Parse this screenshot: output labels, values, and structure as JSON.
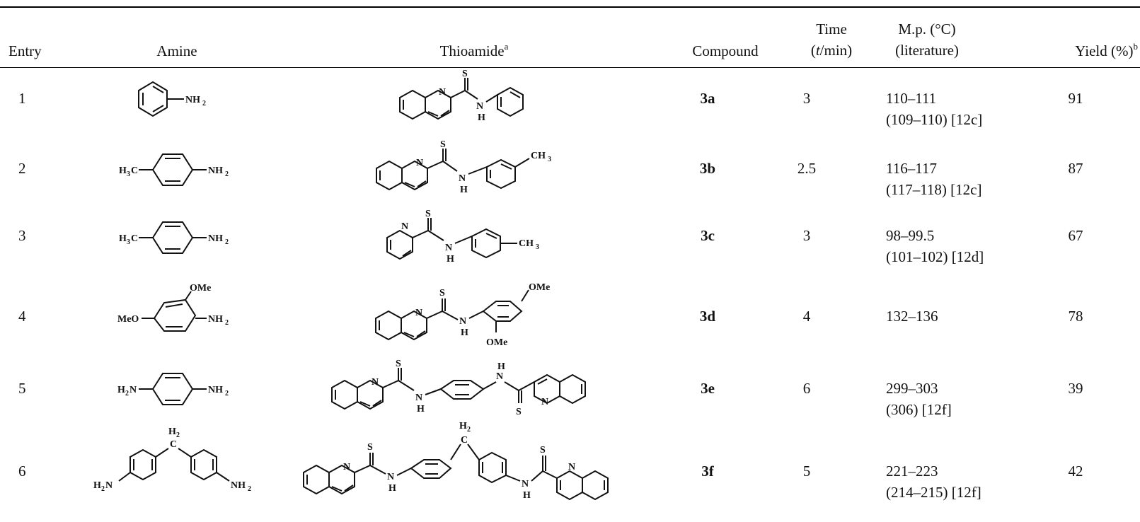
{
  "headers": {
    "entry": "Entry",
    "amine": "Amine",
    "thioamide": "Thioamide",
    "thioamide_sup": "a",
    "compound": "Compound",
    "time_line1": "Time",
    "time_unit": "(t/min)",
    "mp_line1": "M.p. (°C)",
    "mp_line2": "(literature)",
    "yield": "Yield (%)",
    "yield_sup": "b"
  },
  "rows": [
    {
      "entry": "1",
      "compound": "3a",
      "time": "3",
      "mp": "110–111",
      "mp_lit": "(109–110) [12c]",
      "yield": "91"
    },
    {
      "entry": "2",
      "compound": "3b",
      "time": "2.5",
      "mp": "116–117",
      "mp_lit": "(117–118) [12c]",
      "yield": "87"
    },
    {
      "entry": "3",
      "compound": "3c",
      "time": "3",
      "mp": "98–99.5",
      "mp_lit": "(101–102) [12d]",
      "yield": "67"
    },
    {
      "entry": "4",
      "compound": "3d",
      "time": "4",
      "mp": "132–136",
      "mp_lit": "",
      "yield": "78"
    },
    {
      "entry": "5",
      "compound": "3e",
      "time": "6",
      "mp": "299–303",
      "mp_lit": "(306) [12f]",
      "yield": "39"
    },
    {
      "entry": "6",
      "compound": "3f",
      "time": "5",
      "mp": "221–223",
      "mp_lit": "(214–215) [12f]",
      "yield": "42"
    }
  ],
  "structure_labels": {
    "nh2": "NH",
    "h2n": "H",
    "two": "2",
    "three": "3",
    "h3c": "H",
    "c": "C",
    "ch3": "CH",
    "ome": "OMe",
    "meo": "MeO",
    "n": "N",
    "s": "S",
    "h": "H",
    "ch2_h": "H"
  }
}
